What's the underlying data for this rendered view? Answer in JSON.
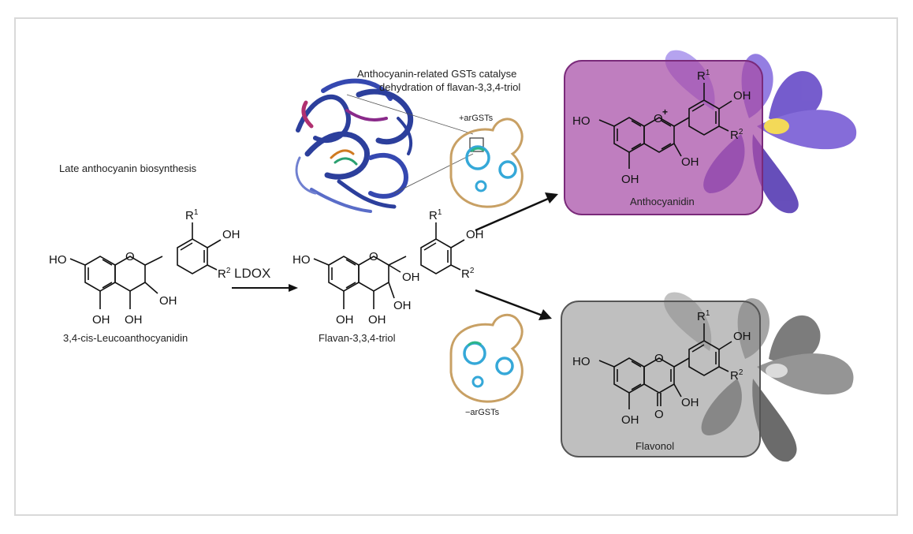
{
  "texts": {
    "section_title": "Late anthocyanin biosynthesis",
    "gst_caption_line1": "Anthocyanin-related GSTs catalyse",
    "gst_caption_line2": "dehydration of flavan-3,3,4-triol",
    "plus_gst": "+arGSTs",
    "minus_gst": "−arGSTs",
    "enzyme": "LDOX",
    "compound1": "3,4-cis-Leucoanthocyanidin",
    "compound2": "Flavan-3,3,4-triol",
    "product1": "Anthocyanidin",
    "product2": "Flavonol"
  },
  "chem": {
    "ho": "HO",
    "oh": "OH",
    "o": "O",
    "o_plus": "O",
    "plus": "+",
    "r": "R",
    "one": "1",
    "two": "2"
  },
  "colors": {
    "anthocyanidin_box": "#a64ca6",
    "flavonol_box": "#8a8a8a",
    "yeast_outline": "#c8a064",
    "vacuole": "#35a8d8",
    "vacuole_accent": "#2db58a",
    "protein": "#2c3f9c"
  }
}
